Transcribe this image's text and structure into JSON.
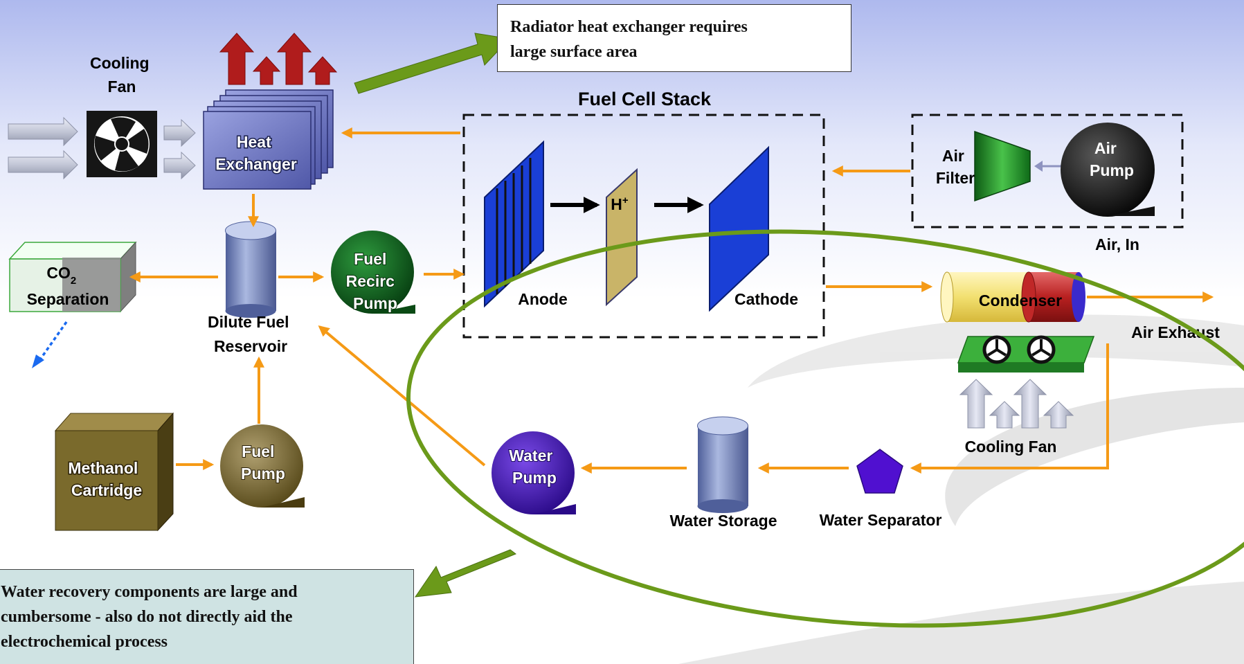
{
  "labels": {
    "cooling_fan_top": [
      "Cooling",
      "Fan"
    ],
    "heat_exchanger": [
      "Heat",
      "Exchanger"
    ],
    "fuel_cell_stack": "Fuel Cell Stack",
    "air_filter": [
      "Air",
      "Filter"
    ],
    "air_pump": [
      "Air",
      "Pump"
    ],
    "air_in": "Air, In",
    "co2_separation": [
      "CO",
      "2",
      "Separation"
    ],
    "dilute_fuel_reservoir": [
      "Dilute Fuel",
      "Reservoir"
    ],
    "fuel_recirc_pump": [
      "Fuel",
      "Recirc",
      "Pump"
    ],
    "anode": "Anode",
    "h_plus": [
      "H",
      "+"
    ],
    "cathode": "Cathode",
    "condenser": "Condenser",
    "air_exhaust": "Air Exhaust",
    "cooling_fan_right": "Cooling Fan",
    "methanol_cartridge": [
      "Methanol",
      "Cartridge"
    ],
    "fuel_pump": [
      "Fuel",
      "Pump"
    ],
    "water_pump": [
      "Water",
      "Pump"
    ],
    "water_storage": "Water Storage",
    "water_separator": "Water Separator"
  },
  "callouts": {
    "radiator": [
      "Radiator heat exchanger requires",
      "large surface area"
    ],
    "water_recovery": [
      "Water recovery components are large and",
      "cumbersome - also do not directly aid the",
      "electrochemical process"
    ]
  },
  "colors": {
    "flow_arrow": "#f59a16",
    "highlight_ellipse": "#6b9a1a",
    "heat_arrow": "#b01c1c",
    "background_top": "#b8c4f0"
  }
}
